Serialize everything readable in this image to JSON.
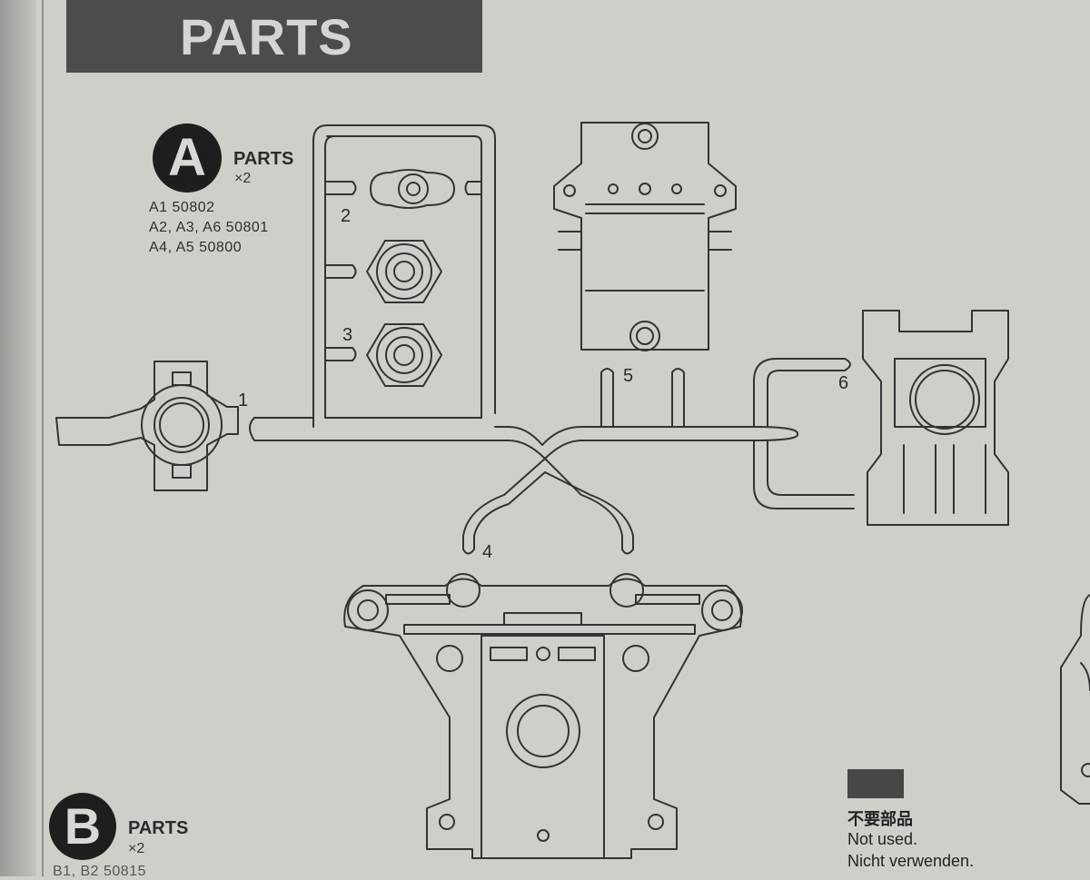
{
  "header": {
    "title": "PARTS"
  },
  "groups": {
    "a": {
      "letter": "A",
      "label": "PARTS",
      "quantity": "×2",
      "codes": [
        "A1 50802",
        "A2, A3, A6 50801",
        "A4, A5 50800"
      ]
    },
    "b": {
      "letter": "B",
      "label": "PARTS",
      "quantity": "×2",
      "codes": [
        "B1, B2 50815"
      ]
    }
  },
  "part_numbers": [
    "1",
    "2",
    "3",
    "4",
    "5",
    "6"
  ],
  "legend": {
    "swatch_color": "#474746",
    "japanese": "不要部品",
    "english": "Not used.",
    "german": "Nicht verwenden."
  }
}
